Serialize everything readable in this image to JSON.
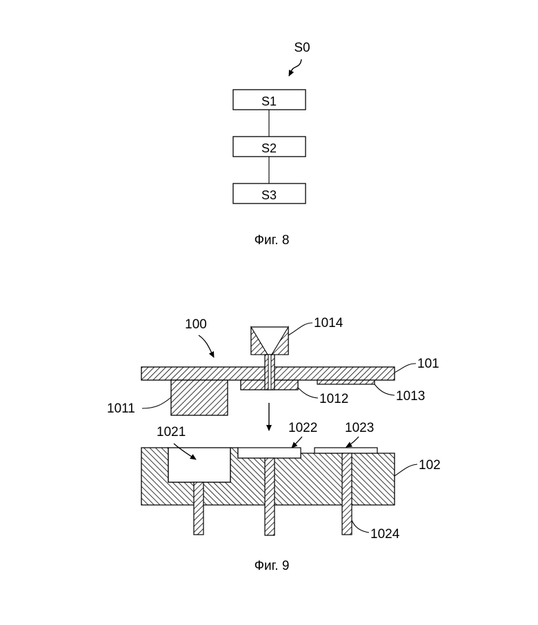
{
  "fig8": {
    "caption": "Фиг. 8",
    "ref_label": "S0",
    "steps": [
      "S1",
      "S2",
      "S3"
    ]
  },
  "fig9": {
    "caption": "Фиг. 9",
    "labels": {
      "assembly": "100",
      "upper_plate": "101",
      "left_block": "1011",
      "center_pad": "1012",
      "right_strip": "1013",
      "nozzle": "1014",
      "lower_plate": "102",
      "left_cavity": "1021",
      "center_recess": "1022",
      "right_recess": "1023",
      "pin": "1024"
    }
  },
  "colors": {
    "stroke": "#000000",
    "background": "#ffffff",
    "hatch": "#000000"
  }
}
